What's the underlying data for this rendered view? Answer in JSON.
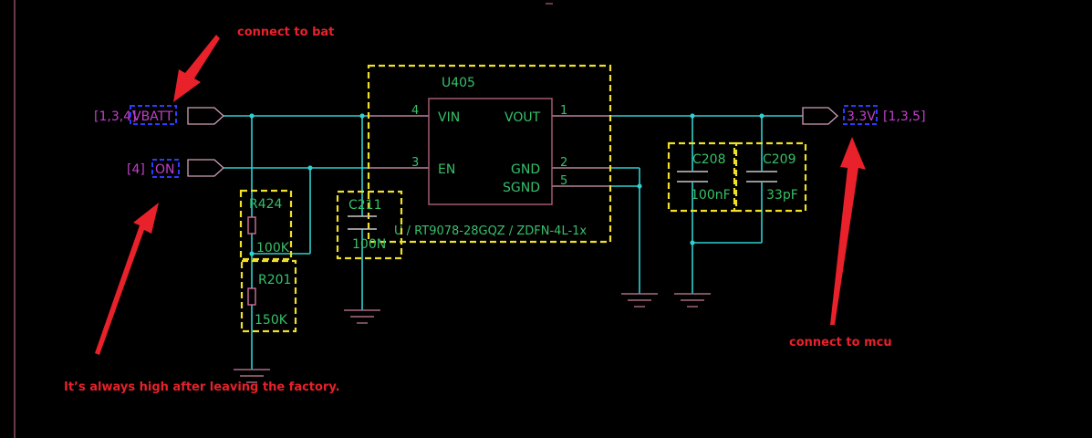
{
  "annotations": {
    "bat": "connect to bat",
    "mcu": "connect to mcu",
    "factory": "It’s always high after leaving the factory."
  },
  "nets": {
    "vbatt_ref": "[1,3,4]",
    "vbatt": "VBATT",
    "on_ref": "[4]",
    "on": "ON",
    "out": "3.3V",
    "out_ref": "[1,3,5]"
  },
  "regulator": {
    "ref": "U405",
    "pin_vin": "VIN",
    "pin_en": "EN",
    "pin_vout": "VOUT",
    "pin_gnd": "GND",
    "pin_sgnd": "SGND",
    "num_vin": "4",
    "num_en": "3",
    "num_vout": "1",
    "num_gnd": "2",
    "num_sgnd": "5",
    "part": "U / RT9078-28GQZ / ZDFN-4L-1x"
  },
  "components": {
    "r424": {
      "ref": "R424",
      "value": "100K"
    },
    "r201": {
      "ref": "R201",
      "value": "150K"
    },
    "c211": {
      "ref": "C211",
      "value": "100N"
    },
    "c208": {
      "ref": "C208",
      "value": "100nF"
    },
    "c209": {
      "ref": "C209",
      "value": "33pF"
    }
  },
  "colors": {
    "wire": "#2fd0d0",
    "selection": "#f0e02a",
    "annotation": "#e8212a",
    "label": "#36c06a",
    "net_ref": "#c040c8"
  }
}
